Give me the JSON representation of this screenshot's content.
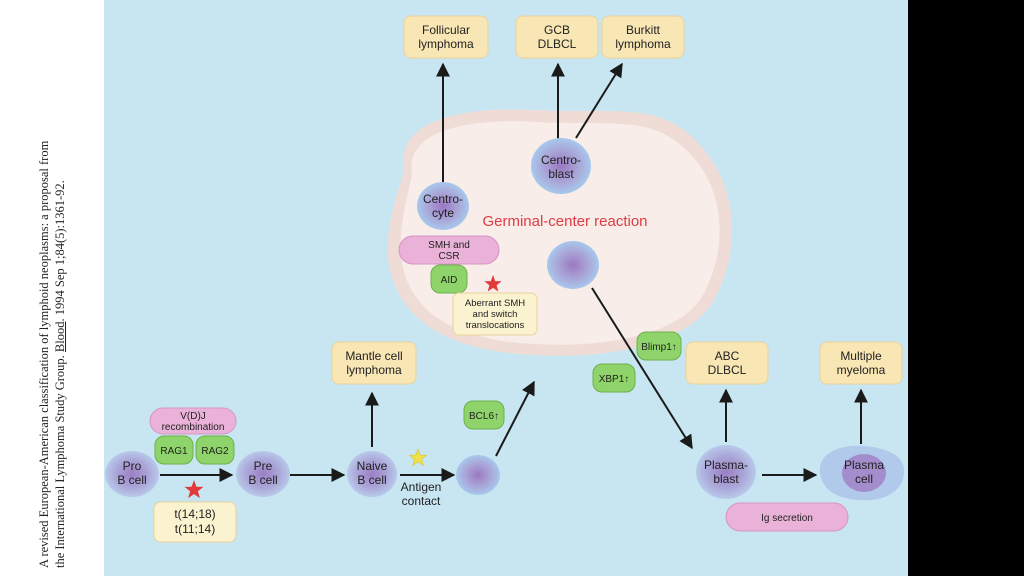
{
  "citation": {
    "line1": "A revised European-American classification of lymphoid neoplasms: a proposal from",
    "line2_prefix": "the International Lymphoma Study Group. ",
    "journal": "Blood",
    "line2_suffix": ". 1994 Sep 1;84(5):1361-92."
  },
  "colors": {
    "background": "#c7e6f2",
    "lymphoma_box": "#f8e6b4",
    "green_tag": "#8ed46a",
    "pink_tag": "#eab2d8",
    "cell": "#a9a5d6",
    "germinal_center": "#f7ebe6",
    "highlight_text": "#e03a44",
    "red_star": "#e23a3a",
    "yellow_star": "#f2e04a"
  },
  "lymphomas": {
    "follicular": [
      "Follicular",
      "lymphoma"
    ],
    "gcb": [
      "GCB",
      "DLBCL"
    ],
    "burkitt": [
      "Burkitt",
      "lymphoma"
    ],
    "mantle": [
      "Mantle cell",
      "lymphoma"
    ],
    "abc": [
      "ABC",
      "DLBCL"
    ],
    "myeloma": [
      "Multiple",
      "myeloma"
    ]
  },
  "cells": {
    "pro_b": [
      "Pro",
      "B cell"
    ],
    "pre_b": [
      "Pre",
      "B cell"
    ],
    "naive_b": [
      "Naive",
      "B cell"
    ],
    "centrocyte": [
      "Centro-",
      "cyte"
    ],
    "centroblast": [
      "Centro-",
      "blast"
    ],
    "plasmablast": [
      "Plasma-",
      "blast"
    ],
    "plasma_cell": [
      "Plasma",
      "cell"
    ]
  },
  "germinal_center_label": "Germinal-center reaction",
  "tags": {
    "vdj": [
      "V(D)J",
      "recombination"
    ],
    "rag1": "RAG1",
    "rag2": "RAG2",
    "smh_csr": [
      "SMH and",
      "CSR"
    ],
    "aid": "AID",
    "bcl6": "BCL6↑",
    "blimp1": "Blimp1↑",
    "xbp1": "XBP1↑",
    "ig_secretion": "Ig secretion"
  },
  "translocations": [
    "t(14;18)",
    "t(11;14)"
  ],
  "aberrant_note": [
    "Aberrant SMH",
    "and switch",
    "translocations"
  ],
  "antigen_contact": [
    "Antigen",
    "contact"
  ]
}
